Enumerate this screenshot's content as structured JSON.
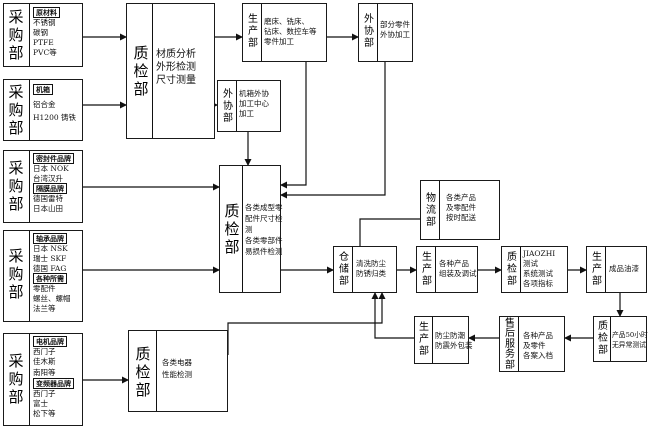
{
  "suppliers": [
    {
      "dept": "采购部",
      "tag": "原材料",
      "items": [
        "不锈钢",
        "碳钢",
        "PTFE",
        "PVC等"
      ]
    },
    {
      "dept": "采购部",
      "tag": "机箱",
      "items": [
        "铝合金",
        "H1200 铸铁"
      ]
    },
    {
      "dept": "采购部",
      "groups": [
        {
          "tag": "密封件品牌",
          "items": [
            "日本 NOK",
            "台湾汉升"
          ]
        },
        {
          "tag": "隔膜品牌",
          "items": [
            "德国雷特",
            "日本山田"
          ]
        }
      ]
    },
    {
      "dept": "采购部",
      "groups": [
        {
          "tag": "轴承品牌",
          "items": [
            "日本 NSK",
            "瑞士 SKF",
            "德国 FAG"
          ]
        },
        {
          "tag": "各种所需",
          "items": [
            "零配件",
            "螺丝、螺帽",
            "法兰等"
          ]
        }
      ]
    },
    {
      "dept": "采购部",
      "groups": [
        {
          "tag": "电机品牌",
          "items": [
            "西门子",
            "佳木斯",
            "南阳等"
          ]
        },
        {
          "tag": "变频器品牌",
          "items": [
            "西门子",
            "富士",
            "松下等"
          ]
        }
      ]
    }
  ],
  "qc1": {
    "dept": "质检部",
    "lines": [
      "材质分析",
      "外形检测",
      "尺寸测量"
    ]
  },
  "prod1": {
    "dept": "生产部",
    "lines": [
      "磨床、铣床、",
      "钻床、数控车等",
      "零件加工"
    ]
  },
  "outsource1": {
    "dept": "外协部",
    "lines": [
      "部分零件",
      "外协加工"
    ]
  },
  "outsource2": {
    "dept": "外协部",
    "lines": [
      "机箱外协",
      "加工中心",
      "加工"
    ]
  },
  "qc2": {
    "dept": "质检部",
    "lines": [
      "各类成型零",
      "配件尺寸检",
      "测",
      "各类零部件",
      "易损件检测"
    ]
  },
  "qc3": {
    "dept": "质检部",
    "lines": [
      "各类电器",
      "性能检测"
    ]
  },
  "logistics": {
    "dept": "物流部",
    "lines": [
      "各类产品",
      "及零配件",
      "按时配送"
    ]
  },
  "warehouse": {
    "dept": "仓储部",
    "lines": [
      "清洗防尘",
      "防锈归类"
    ]
  },
  "prod2": {
    "dept": "生产部",
    "lines": [
      "各种产品",
      "组装及调试"
    ]
  },
  "qc4": {
    "dept": "质检部",
    "lines": [
      "JIAOZHI",
      "测试",
      "系统测试",
      "各项指标"
    ]
  },
  "prod3": {
    "dept": "生产部",
    "lines": [
      "成品油漆"
    ]
  },
  "qc5": {
    "dept": "质检部",
    "lines": [
      "产品50小时",
      "无异常测试"
    ]
  },
  "aftersales": {
    "dept": "售后服务部",
    "lines": [
      "各种产品",
      "及零件",
      "各案入档"
    ]
  },
  "prod4": {
    "dept": "生产部",
    "lines": [
      "防尘防潮",
      "防震外包装"
    ]
  }
}
